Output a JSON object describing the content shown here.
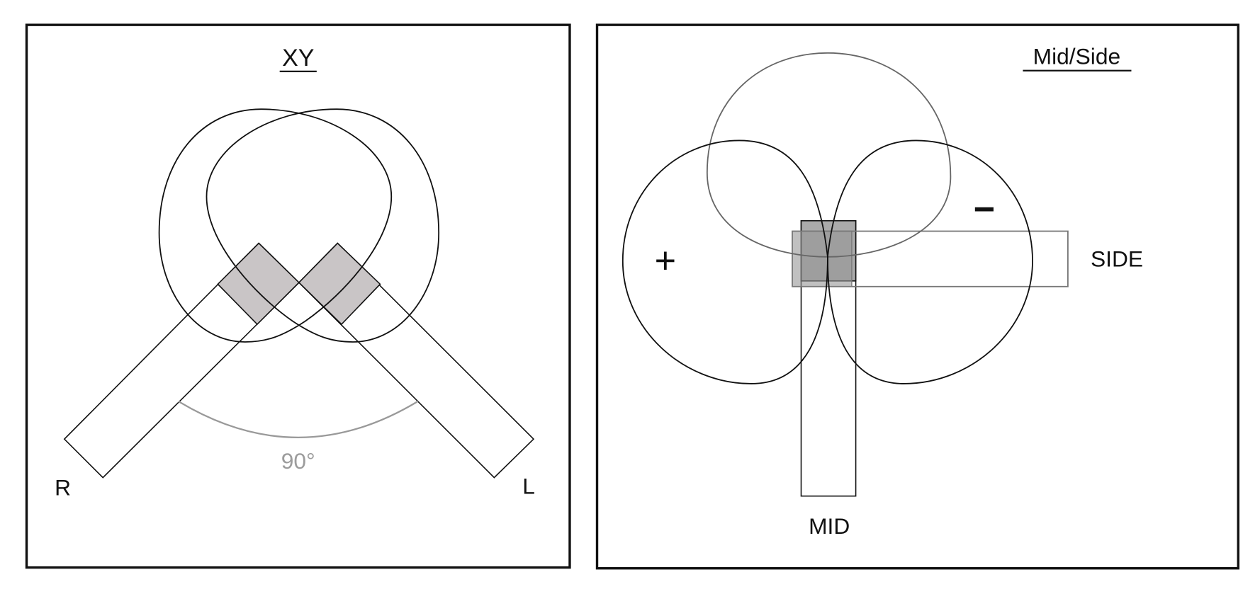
{
  "xy_panel": {
    "title": "XY",
    "right_label": "R",
    "left_label": "L",
    "angle_label": "90°"
  },
  "ms_panel": {
    "title": "Mid/Side",
    "plus_label": "+",
    "minus_label": "−",
    "side_label": "SIDE",
    "mid_label": "MID"
  },
  "colors": {
    "capsule_fill": "#c9c5c6",
    "angle_arc": "#999999",
    "mid_pattern": "#666666"
  }
}
